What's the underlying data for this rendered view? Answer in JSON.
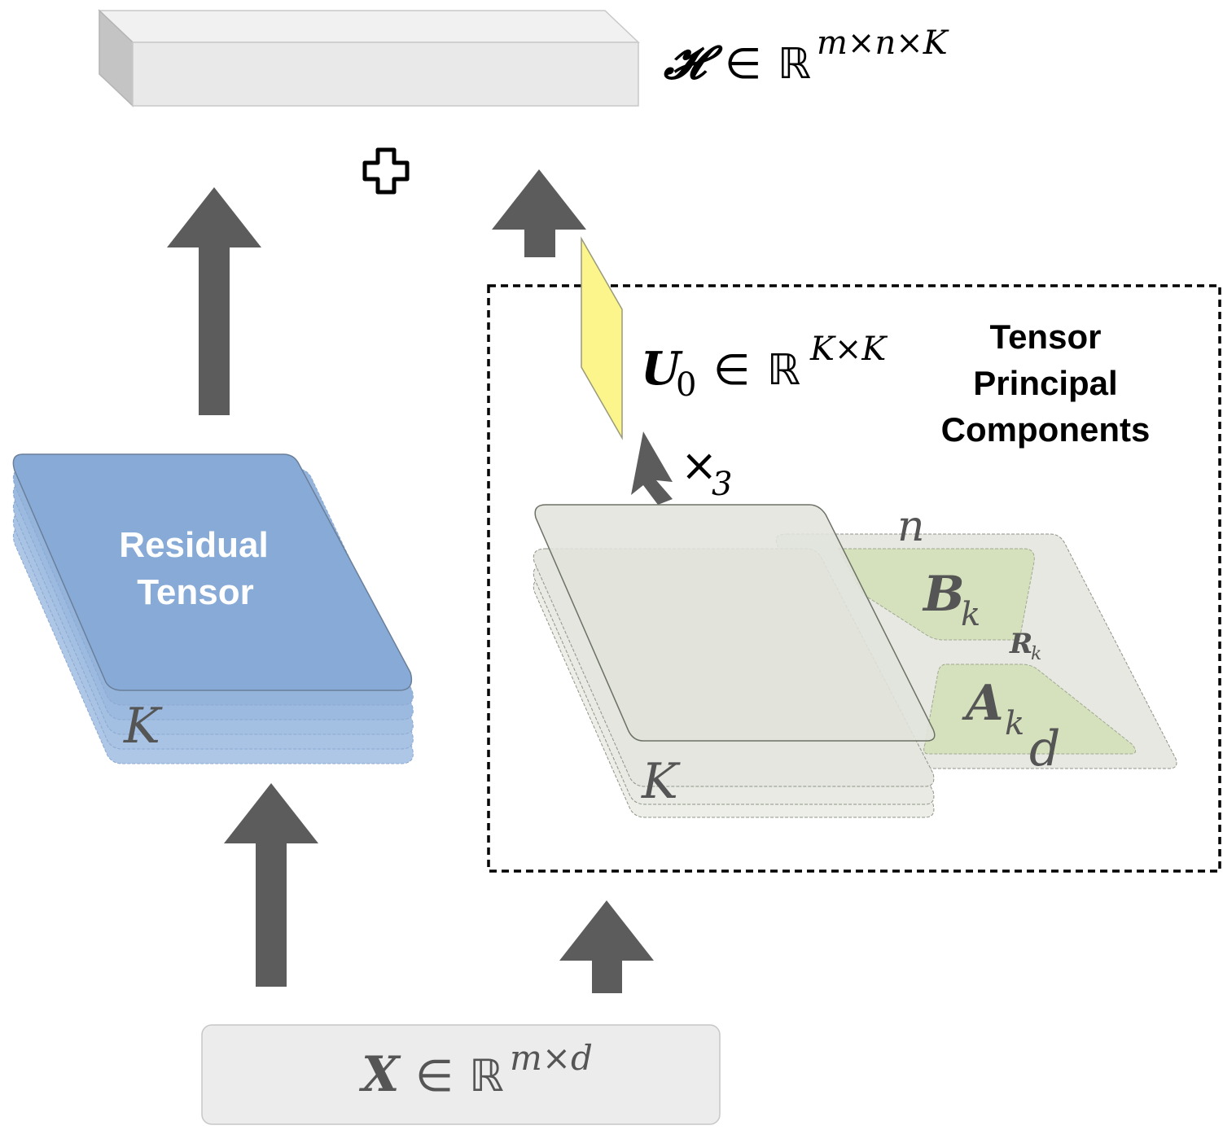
{
  "output": {
    "symbol": "𝓗",
    "in": "∈",
    "space": "ℝ",
    "superscript": "m×n×K"
  },
  "plus": {
    "icon": "plus-icon"
  },
  "residual": {
    "line1": "Residual",
    "line2": "Tensor",
    "depth_label": "K"
  },
  "tpc": {
    "title_line1": "Tensor",
    "title_line2": "Principal",
    "title_line3": "Components",
    "u0_symbol": "U",
    "u0_subscript": "0",
    "u0_in": "∈",
    "u0_space": "ℝ",
    "u0_superscript": "K×K",
    "mode_product": "×",
    "mode_subscript": "3",
    "stack_depth_label": "K",
    "n_label": "n",
    "d_label": "d",
    "b_symbol": "B",
    "b_subscript": "k",
    "a_symbol": "A",
    "a_subscript": "k",
    "r_symbol": "R",
    "r_subscript": "k"
  },
  "input": {
    "symbol": "X",
    "in": "∈",
    "space": "ℝ",
    "superscript": "m×d"
  },
  "colors": {
    "arrow": "#5c5c5c",
    "residual_fill": "#86a9d6",
    "u0_fill": "#fbf58c",
    "core_fill": "#d5e1bd",
    "slab_fill": "#e6e8e1",
    "box_fill": "#ececec"
  }
}
